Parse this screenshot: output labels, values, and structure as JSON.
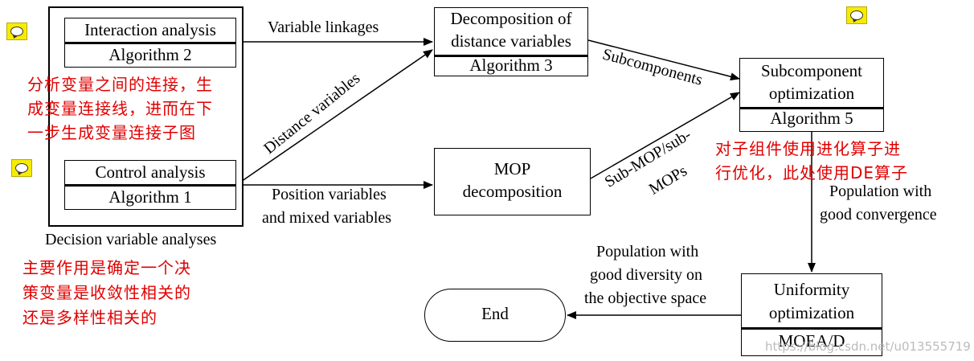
{
  "boxes": {
    "decision_frame_label": "Decision variable analyses",
    "interaction": {
      "title": "Interaction analysis",
      "algorithm": "Algorithm 2"
    },
    "control": {
      "title": "Control analysis",
      "algorithm": "Algorithm 1"
    },
    "decomposition": {
      "title_line1": "Decomposition of",
      "title_line2": "distance variables",
      "algorithm": "Algorithm 3"
    },
    "mop": {
      "line1": "MOP",
      "line2": "decomposition"
    },
    "subcomponent": {
      "line1": "Subcomponent",
      "line2": "optimization",
      "algorithm": "Algorithm 5"
    },
    "uniformity": {
      "line1": "Uniformity",
      "line2": "optimization",
      "algorithm": "MOEA/D"
    },
    "end": {
      "label": "End"
    }
  },
  "edges": {
    "variable_linkages": "Variable linkages",
    "distance_variables": "Distance variables",
    "position_line1": "Position variables",
    "position_line2": "and mixed variables",
    "subcomponents": "Subcomponents",
    "submop_line1": "Sub-MOP/sub-",
    "submop_line2": "MOPs",
    "pop_conv_line1": "Population with",
    "pop_conv_line2": "good convergence",
    "pop_div_line1": "Population with",
    "pop_div_line2": "good diversity on",
    "pop_div_line3": "the objective space"
  },
  "annotations": {
    "interaction_note": [
      "分析变量之间的连接，生",
      "成变量连接线，进而在下",
      "一步生成变量连接子图"
    ],
    "control_note": [
      "主要作用是确定一个决",
      "策变量是收敛性相关的",
      "还是多样性相关的"
    ],
    "subcomponent_note": [
      "对子组件使用进化算子进",
      "行优化，此处使用DE算子"
    ]
  },
  "watermark": "https://blog.csdn.net/u013555719",
  "colors": {
    "annotation_text": "#e00000",
    "note_icon": "#f7ec00"
  },
  "icons": [
    "comment-note-icon",
    "comment-note-icon",
    "comment-note-icon"
  ]
}
